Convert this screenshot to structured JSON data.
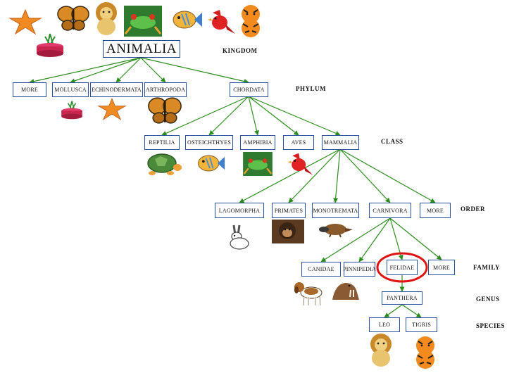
{
  "diagram": {
    "root": "ANIMALIA",
    "ranks": {
      "kingdom": "KINGDOM",
      "phylum": "PHYLUM",
      "class": "CLASS",
      "order": "ORDER",
      "family": "FAMILY",
      "genus": "GENUS",
      "species": "SPECIES"
    },
    "phyla": [
      "MORE",
      "MOLLUSCA",
      "ECHINODERMATA",
      "ARTHROPODA",
      "CHORDATA"
    ],
    "classes": [
      "REPTILIA",
      "OSTEICHTHYES",
      "AMPHIBIA",
      "AVES",
      "MAMMALIA"
    ],
    "orders": [
      "LAGOMORPHA",
      "PRIMATES",
      "MONOTREMATA",
      "CARNIVORA",
      "MORE"
    ],
    "families": [
      "CANIDAE",
      "PINNIPEDIA",
      "FELIDAE",
      "MORE"
    ],
    "genus": "PANTHERA",
    "species": [
      "LEO",
      "TIGRIS"
    ],
    "highlighted": "FELIDAE",
    "colors": {
      "connector": "#2e8b1e",
      "node_border": "#2b4f9e",
      "highlight": "#e01414"
    },
    "icons": [
      "starfish-icon",
      "butterfly-icon",
      "lion-icon",
      "frog-icon",
      "fish-icon",
      "cardinal-bird-icon",
      "tiger-icon",
      "sea-anemone-icon",
      "turtle-icon",
      "rabbit-icon",
      "chimpanzee-icon",
      "platypus-icon",
      "beagle-dog-icon",
      "walrus-icon"
    ]
  }
}
